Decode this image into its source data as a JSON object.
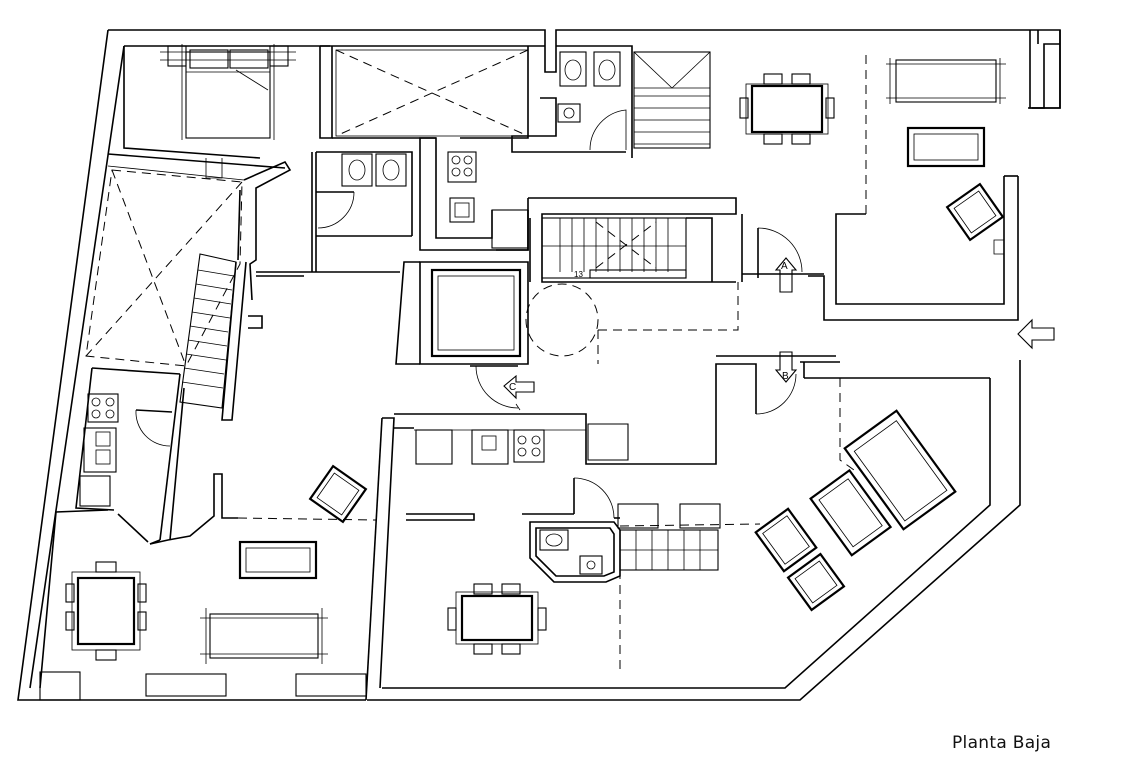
{
  "plan": {
    "title": "Planta Baja",
    "stair_step_label": "13",
    "section_markers": [
      "A",
      "B",
      "C"
    ]
  }
}
